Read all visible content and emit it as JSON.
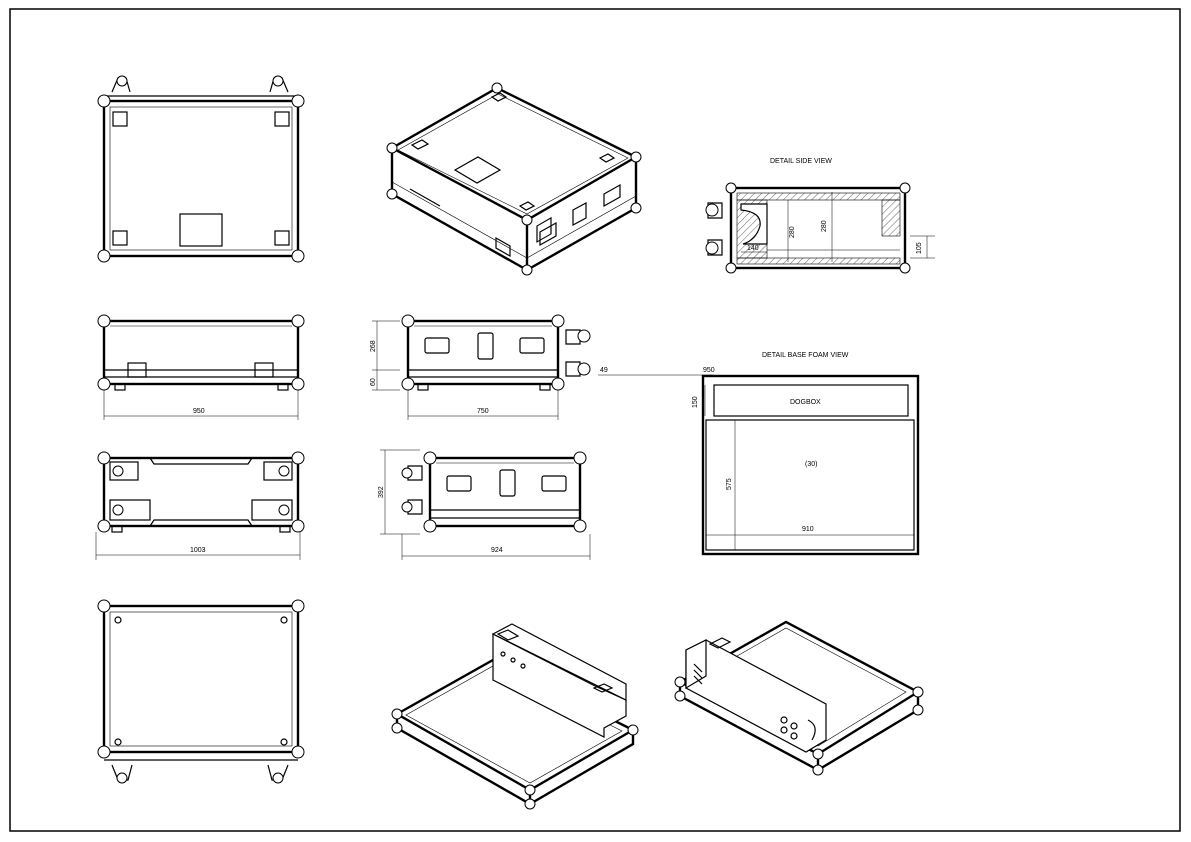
{
  "detail_side_view": {
    "title": "DETAIL SIDE VIEW",
    "dim_140": "140",
    "dim_280_a": "280",
    "dim_280_b": "280",
    "dim_105": "105"
  },
  "detail_base_foam_view": {
    "title": "DETAIL BASE FOAM VIEW",
    "dogbox_label": "DOGBOX",
    "foam_label": "(30)",
    "dim_950": "950",
    "dim_150": "150",
    "dim_575": "575",
    "dim_910": "910",
    "dim_49": "49"
  },
  "front_view": {
    "width": "950"
  },
  "side_view": {
    "width": "750",
    "height": "268",
    "base": "60"
  },
  "bottom_view": {
    "width": "1003"
  },
  "side_view_wheels": {
    "width": "924",
    "height": "392"
  }
}
